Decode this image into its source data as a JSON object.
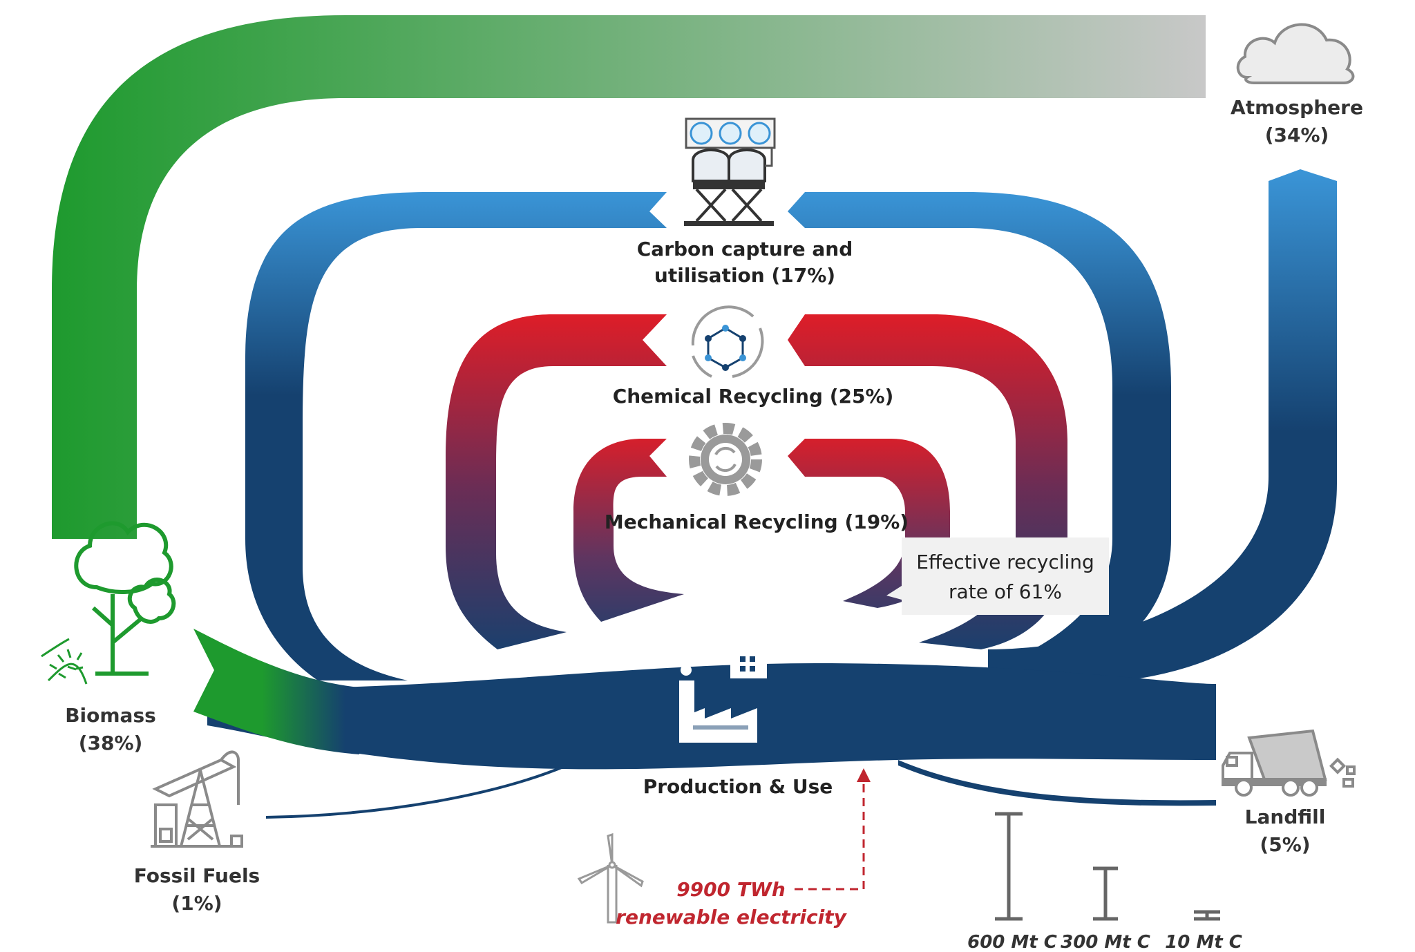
{
  "nodes": {
    "atmosphere": {
      "name": "Atmosphere",
      "pct": "(34%)"
    },
    "biomass": {
      "name": "Biomass",
      "pct": "(38%)"
    },
    "fossil": {
      "name": "Fossil Fuels",
      "pct": "(1%)"
    },
    "landfill": {
      "name": "Landfill",
      "pct": "(5%)"
    },
    "ccu": {
      "line1": "Carbon capture and",
      "line2": "utilisation (17%)"
    },
    "chemical": {
      "label": "Chemical Recycling (25%)"
    },
    "mechanical": {
      "label": "Mechanical Recycling (19%)"
    },
    "production": {
      "label": "Production & Use"
    }
  },
  "callout": {
    "line1": "Effective recycling",
    "line2": "rate of 61%"
  },
  "electricity": {
    "line1": "9900 TWh",
    "line2": "renewable electricity"
  },
  "scale": {
    "large": "600 Mt C",
    "medium": "300 Mt C",
    "small": "10 Mt C"
  },
  "colors": {
    "biomass_green": "#1e9a2e",
    "atmosphere_grey": "#c4c4c4",
    "capture_blue": "#3a94d6",
    "flow_navy": "#15416f",
    "recycling_red": "#e01d27",
    "electricity_red": "#c0262f",
    "icon_grey": "#8a8a8a"
  }
}
